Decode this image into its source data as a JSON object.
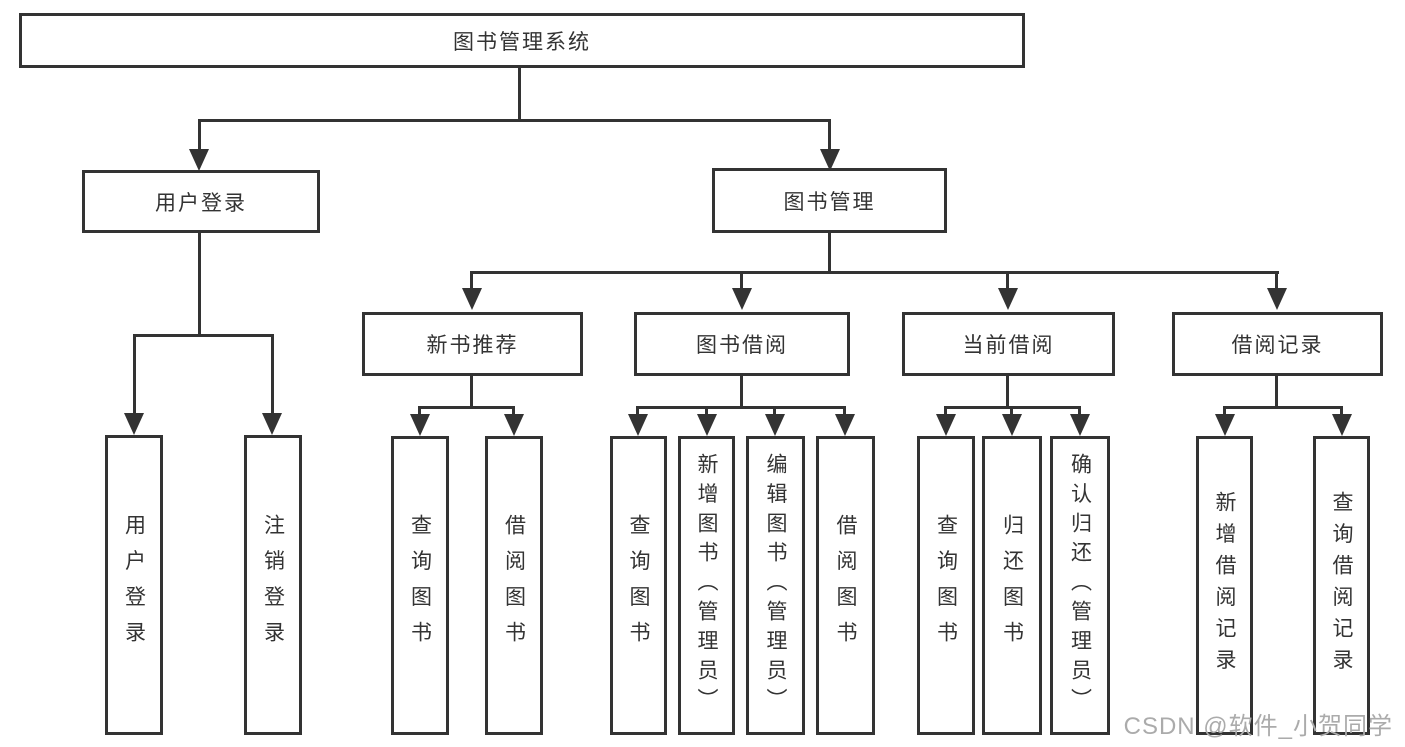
{
  "diagram": {
    "title": "图书管理系统",
    "branches": {
      "user": {
        "label": "用户登录",
        "children": [
          {
            "label": "用户登录"
          },
          {
            "label": "注销登录"
          }
        ]
      },
      "book": {
        "label": "图书管理",
        "sections": [
          {
            "label": "新书推荐",
            "children": [
              {
                "label": "查询图书"
              },
              {
                "label": "借阅图书"
              }
            ]
          },
          {
            "label": "图书借阅",
            "children": [
              {
                "label": "查询图书"
              },
              {
                "label": "新增图书（管理员）"
              },
              {
                "label": "编辑图书（管理员）"
              },
              {
                "label": "借阅图书"
              }
            ]
          },
          {
            "label": "当前借阅",
            "children": [
              {
                "label": "查询图书"
              },
              {
                "label": "归还图书"
              },
              {
                "label": "确认归还（管理员）"
              }
            ]
          },
          {
            "label": "借阅记录",
            "children": [
              {
                "label": "新增借阅记录"
              },
              {
                "label": "查询借阅记录"
              }
            ]
          }
        ]
      }
    },
    "watermark": "CSDN @软件_小贺同学",
    "colors": {
      "line": "#333333",
      "text": "#333333",
      "watermark": "#ababab",
      "background": "#ffffff"
    }
  }
}
